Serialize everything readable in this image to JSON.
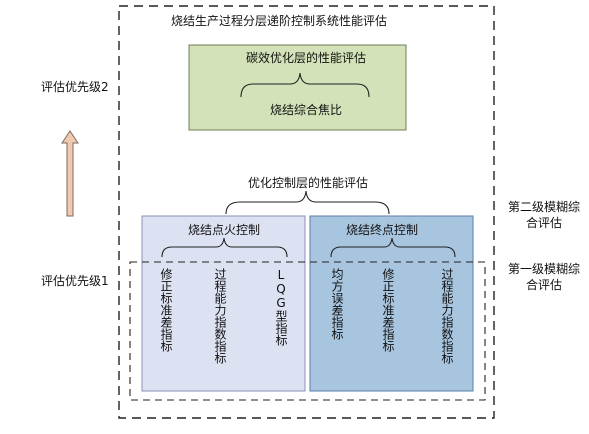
{
  "colors": {
    "carbon_fill": "#d3e2b8",
    "carbon_stroke": "#6f7f58",
    "ignition_fill": "#dde2f2",
    "ignition_stroke": "#8a93b4",
    "endpoint_fill": "#a8c5df",
    "endpoint_stroke": "#5a7ea6",
    "arrow_fill": "#f0c9b0",
    "arrow_stroke": "#7e6a5e"
  },
  "diagram": {
    "title": "烧结生产过程分层递阶控制系统性能评估",
    "priority2": "评估优先级2",
    "priority1": "评估优先级1",
    "level2_label": "第二级模糊综合评估",
    "level1_label": "第一级模糊综合评估",
    "carbon_box": {
      "title": "碳效优化层的性能评估",
      "item": "烧结综合焦比"
    },
    "optimization_title": "优化控制层的性能评估",
    "ignition_box": {
      "title": "烧结点火控制",
      "items": [
        "修正标准差指标",
        "过程能力指数指标",
        "LQG型指标"
      ]
    },
    "endpoint_box": {
      "title": "烧结终点控制",
      "items": [
        "均方误差指标",
        "修正标准差指标",
        "过程能力指数指标"
      ]
    }
  }
}
